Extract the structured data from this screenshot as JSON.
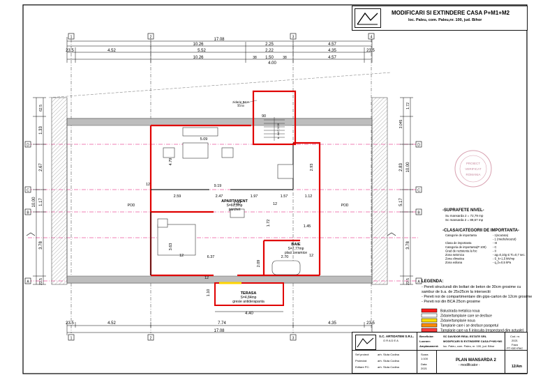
{
  "header": {
    "title": "MODIFICARI SI EXTINDERE CASA  P+M1+M2",
    "location": "loc. Paleu, com. Paleu,nr. 100, jud. Bihor"
  },
  "dims": {
    "top_total": "17.08",
    "top_row1": [
      "10.26",
      "2.25",
      "4.57"
    ],
    "top_row2": [
      "23.5",
      "4.52",
      "5.52",
      "2.22",
      "4.35",
      "23.5"
    ],
    "top_row3": [
      "10.26",
      "38",
      "1.50",
      "38",
      "4.57"
    ],
    "top_mid": "4.00",
    "bottom_row": [
      "23.5",
      "4.52",
      "7.74",
      "4.35",
      "23.5"
    ],
    "bottom_total": "17.08",
    "bottom_mid": "4.40",
    "left_total": "10.00",
    "left_parts": [
      "62.5",
      "1.33",
      "2.67",
      "1.17",
      "3.78",
      "23.5"
    ],
    "right_total": "10.00",
    "right_parts": [
      "1.72",
      "3.045",
      "2.83",
      "5.17",
      "3.78",
      "23.5"
    ]
  },
  "grid": {
    "top_axes": [
      "1",
      "2",
      "3",
      "4"
    ],
    "bottom_axes": [
      "1",
      "2",
      "3",
      "4"
    ],
    "left_axes": [
      "D",
      "C",
      "B",
      "A"
    ],
    "right_axes": [
      "D",
      "C",
      "B",
      "A"
    ]
  },
  "plan": {
    "chimney_label": "zidarie BCA",
    "chimney_sub": "30/30",
    "pod_labels": [
      "POD",
      "POD"
    ],
    "apartment_name": "APARTAMENT",
    "apartment_area": "S=60,5mp",
    "apartment_floor": "parchet",
    "bath_name": "BAIE",
    "bath_area": "S=7,77mp",
    "bath_floor": "placi ceramice",
    "terrace_name": "TERASA",
    "terrace_area": "S=4,84mp",
    "terrace_floor": "gresie antiderapanta",
    "stair_label": "tr. 4x17,5/26",
    "inner_dims": [
      "5.09",
      "9.19",
      "2.59",
      "2.47",
      "1.97",
      "1.57",
      "1.12",
      "6.37",
      "2.70",
      "4.79",
      "3.63",
      "1.45",
      "1.72",
      "2.09",
      "1.10",
      "2.93",
      "90",
      "12",
      "12",
      "12",
      "12",
      "12",
      "1.97"
    ]
  },
  "stamp": {
    "line1": "PROIECT",
    "line2": "VERIFICAT",
    "line3": "ROMANIA"
  },
  "surfaces": {
    "title": "-SUPRAFETE NIVEL-",
    "rows": [
      "Su mansarda 2 = 72,79 mp",
      "Sc mansarda 2 = 89,67 mp"
    ]
  },
  "importance": {
    "title": "-CLASA/CATEGORII DE IMPORTANTA-",
    "rows": [
      [
        "Categorie de importanta",
        "- 1(scazuta)"
      ],
      [
        "",
        "- 1 (mediu/scazut)"
      ],
      [
        "Clasa de importanta",
        "- III"
      ],
      [
        "Categoria de importanta(P 100)",
        "- C"
      ],
      [
        "Grad de rezistenta la foc",
        "- II"
      ],
      [
        "Zona seismica",
        "- ag=0,10g si Tc=0,7 sec."
      ],
      [
        "Zona climatica",
        "- S_k=1,5 kN/mp"
      ],
      [
        "Zona eoliana",
        "- q_b=0,5 kPa"
      ]
    ]
  },
  "legend": {
    "title": "LEGENDA:",
    "items": [
      "- Pereti structurali din boltari de beton de 30cm grosime cu",
      "  sambur de b.a. de 25x25cm la intersectii",
      "- Pereti noi de compartimentare din gips-carton de 12cm grosime",
      "- Pereti noi din BCA 25cm grosime"
    ]
  },
  "legend_boxes": [
    {
      "color": "#ff1a1a",
      "label": "Balustrada metalica noua"
    },
    {
      "color": "#ffffff",
      "label": "Zidarie/tamplarie care se desface"
    },
    {
      "color": "#ffe000",
      "label": "Zidarie/tamplarie noua"
    },
    {
      "color": "#ff8c00",
      "label": "Tamplarie care i se desface parapetul"
    },
    {
      "color": "#ff3b3b",
      "label": "Tamplarie care va fi inlocuita (respectand dim actuale)"
    }
  ],
  "titleblock": {
    "company": "S.C. ARTIDATEM S.R.L.",
    "city": "O R A D E A",
    "beneficiar_label": "Beneficiar:",
    "beneficiar_value": "SC DAVIDOR REAL ESTATE SRL",
    "lucrare_label": "Lucrare:",
    "lucrare_value": "MODIFICARI SI EXTINDERE CASA P+M1+M2",
    "amplasament_label": "Amplasament:",
    "amplasament_value": "loc. Paleu, com. Paleu, nr. 100, jud. Bihor",
    "cod_label": "Cod. nr.",
    "cod_value": "2021",
    "faza_label": "Faza",
    "faza_value": "PT+DE+PAC",
    "scara_label": "Scara",
    "scara_value": "1:100",
    "data_label": "Data",
    "data_value": "2021",
    "plan_title": "PLAN MANSARDA 2",
    "plan_sub": "- modificator -",
    "plansa": "12/Am",
    "roles": [
      [
        "Sef proiect:",
        "arh. Sluta Codina"
      ],
      [
        "Proiectat:",
        "arh. Sluta Codina"
      ],
      [
        "Editare PC:",
        "arh. Sluta Codina"
      ]
    ]
  }
}
